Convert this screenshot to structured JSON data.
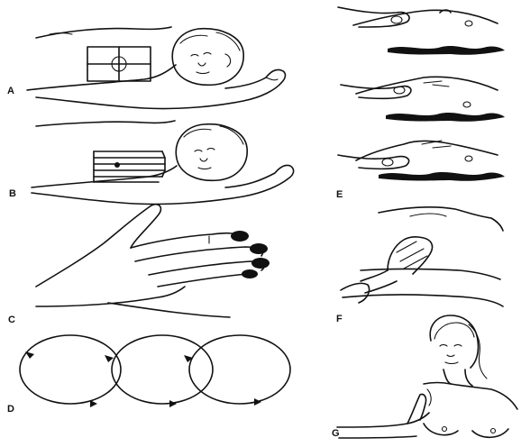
{
  "panels": {
    "a": {
      "label": "A"
    },
    "b": {
      "label": "B"
    },
    "c": {
      "label": "C"
    },
    "d": {
      "label": "D"
    },
    "e": {
      "label": "E"
    },
    "f": {
      "label": "F"
    },
    "g": {
      "label": "G"
    }
  }
}
